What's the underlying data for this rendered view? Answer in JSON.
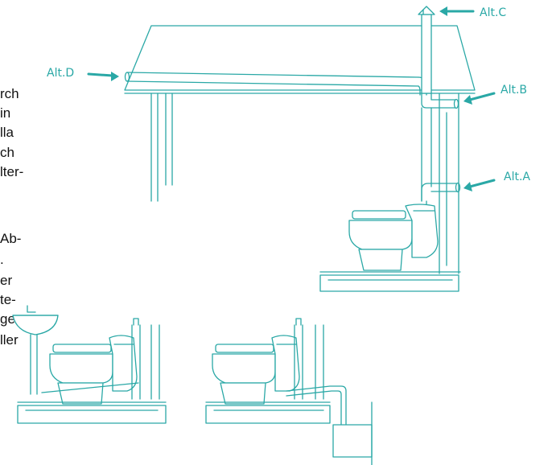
{
  "colors": {
    "line": "#2aa8a6",
    "arrow": "#2aa8a6",
    "label": "#2aa8a6",
    "text": "#111111"
  },
  "labels": {
    "alt_a": "Alt.A",
    "alt_b": "Alt.B",
    "alt_c": "Alt.C",
    "alt_d": "Alt.D"
  },
  "body_text_fragments": [
    "rch",
    "in",
    "lla",
    "ch",
    "lter-",
    "Ab-",
    ".",
    "er",
    "te-",
    "ge-",
    "ller"
  ]
}
